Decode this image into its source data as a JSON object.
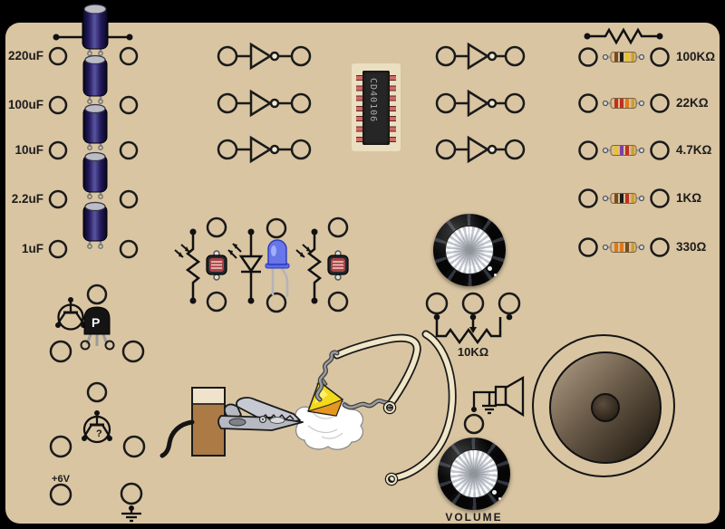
{
  "board": {
    "colors": {
      "panel": "#d9c5a2",
      "outline": "#1c1c1c",
      "chip_pad": "#eadfc0",
      "wire_cream": "#f0e6c8"
    }
  },
  "capacitor_bank": {
    "labels": [
      "220uF",
      "100uF",
      "10uF",
      "2.2uF",
      "1uF"
    ]
  },
  "inverters": {
    "left_count": 3,
    "right_count": 3
  },
  "chip": {
    "label": "CD40106"
  },
  "resistor_bank": {
    "items": [
      {
        "label": "100KΩ",
        "bands": [
          "#7a4a21",
          "#1c1c1c",
          "#e8c520",
          "#c8a030"
        ]
      },
      {
        "label": "22KΩ",
        "bands": [
          "#c03020",
          "#c03020",
          "#e07820",
          "#c8a030"
        ]
      },
      {
        "label": "4.7KΩ",
        "bands": [
          "#e8c520",
          "#8040a0",
          "#c03020",
          "#c8a030"
        ]
      },
      {
        "label": "1KΩ",
        "bands": [
          "#7a4a21",
          "#1c1c1c",
          "#c03020",
          "#c8a030"
        ]
      },
      {
        "label": "330Ω",
        "bands": [
          "#e07820",
          "#e07820",
          "#7a4a21",
          "#c8a030"
        ]
      }
    ]
  },
  "potentiometer": {
    "label": "10KΩ"
  },
  "volume": {
    "label": "VOLUME"
  },
  "power": {
    "label": "+6V"
  },
  "transistors": {
    "pnp_label": "P",
    "unknown_label": "?"
  }
}
